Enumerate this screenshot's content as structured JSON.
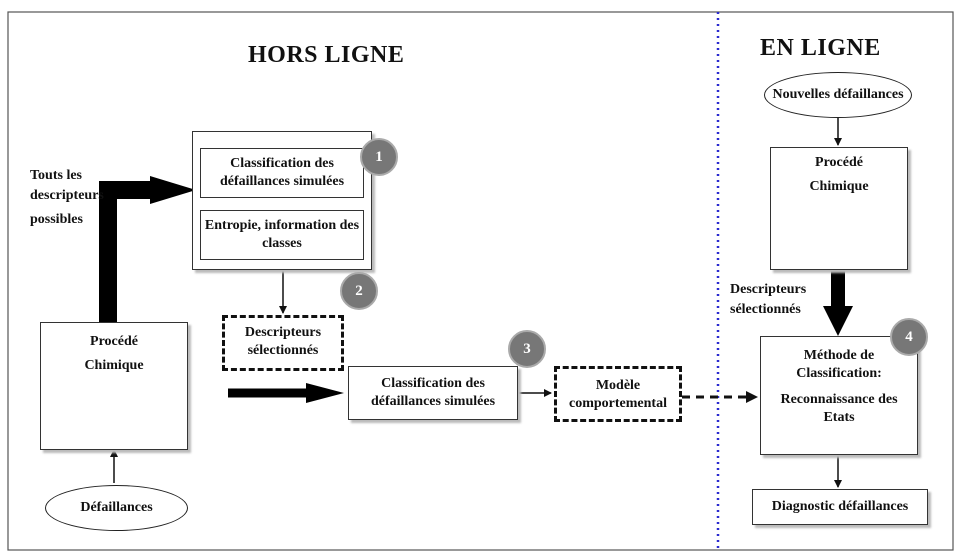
{
  "offline": {
    "title": "HORS LIGNE"
  },
  "online": {
    "title": "EN LIGNE"
  },
  "nodes": {
    "classif_top": "Classification des défaillances simulées",
    "entropy": "Entropie, information des classes",
    "selected_offline": "Descripteurs sélectionnés",
    "process_offline_line1": "Procédé",
    "process_offline_line2": "Chimique",
    "failures": "Défaillances",
    "classif_mid": "Classification des défaillances simulées",
    "behavior_model": "Modèle comportemental",
    "new_failures": "Nouvelles défaillances",
    "process_online_line1": "Procédé",
    "process_online_line2": "Chimique",
    "method_line1": "Méthode de",
    "method_line2": "Classification:",
    "method_line3": "Reconnaissance des Etats",
    "diagnostic": "Diagnostic  défaillances"
  },
  "labels": {
    "all_descriptors_1": "Touts les",
    "all_descriptors_2": "descripteurs",
    "all_descriptors_3": "possibles",
    "selected_online_1": "Descripteurs",
    "selected_online_2": "sélectionnés"
  },
  "badges": [
    "1",
    "2",
    "3",
    "4"
  ],
  "colors": {
    "divider": "#2a2ad0",
    "tank_liquid": "#3ad1e0",
    "badge": "#777777"
  }
}
